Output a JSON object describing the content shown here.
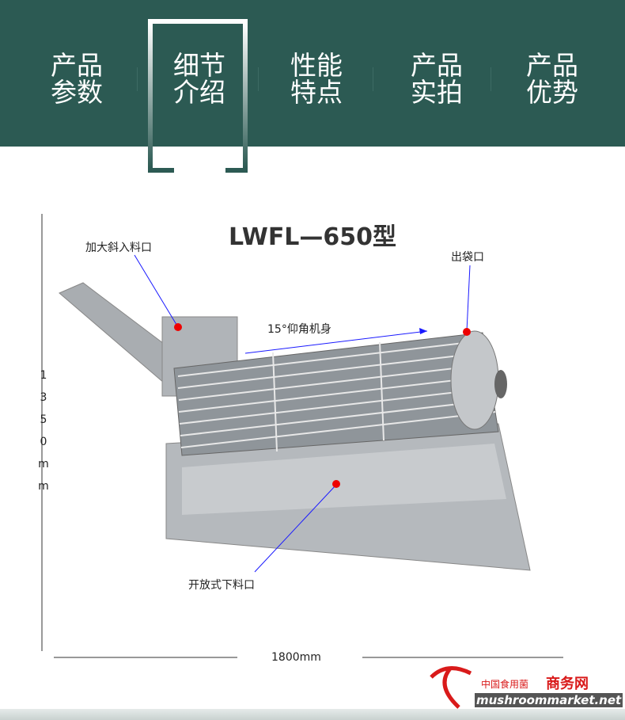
{
  "nav": {
    "tabs": [
      {
        "line1": "产品",
        "line2": "参数"
      },
      {
        "line1": "细节",
        "line2": "介绍"
      },
      {
        "line1": "性能",
        "line2": "特点"
      },
      {
        "line1": "产品",
        "line2": "实拍"
      },
      {
        "line1": "产品",
        "line2": "优势"
      }
    ],
    "active": 1
  },
  "title": "LWFL—650型",
  "labels": {
    "feed": "加大斜入料口",
    "outlet": "出袋口",
    "angle": "15°仰角机身",
    "discharge": "开放式下料口"
  },
  "dims": {
    "height": [
      "1",
      "3",
      "5",
      "0",
      "m",
      "m"
    ],
    "width": "1800mm"
  },
  "watermark": {
    "cn": "中国食用菌",
    "brand": "商务网",
    "url": "mushroommarket.net"
  }
}
